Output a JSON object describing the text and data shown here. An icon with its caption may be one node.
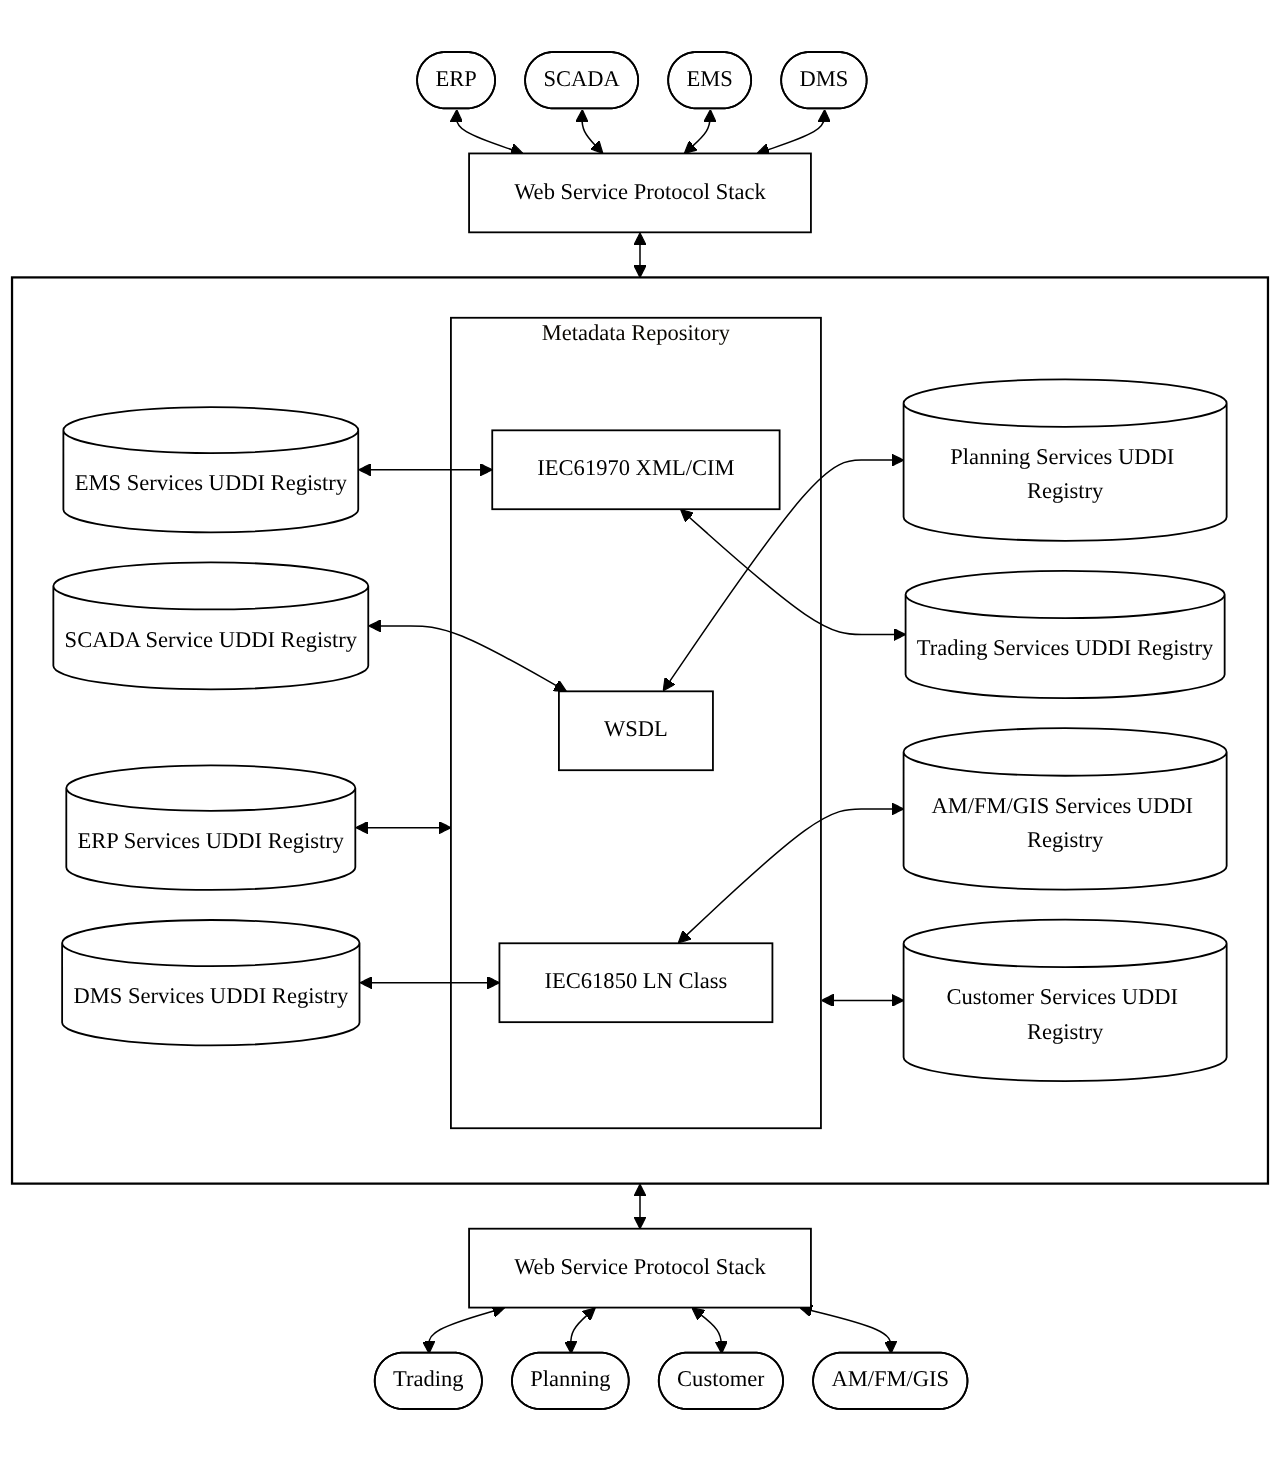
{
  "diagram": {
    "nodes": [
      {
        "text": [
          "ERP"
        ]
      },
      {
        "text": [
          "SCADA"
        ]
      },
      {
        "text": [
          "EMS"
        ]
      },
      {
        "text": [
          "DMS"
        ]
      },
      {
        "text": [
          "Web Service Protocol Stack"
        ]
      },
      {
        "text": [],
        "shape": "box"
      },
      {
        "text": [
          "SCADA Service UDDI Registry"
        ],
        "in": 5
      },
      {
        "text": [
          "Metadata Repository"
        ],
        "in": 5
      },
      {
        "text": [
          "WSDL"
        ],
        "in": 7
      },
      {
        "text": [
          "Planning Services UDDI Registry"
        ],
        "in": 5
      },
      {
        "text": [
          "EMS Services UDDI Registry"
        ],
        "in": 5
      },
      {
        "text": [
          "IEC61970 XML/CIM"
        ],
        "in": 7
      },
      {
        "text": [
          "Trading Services UDDI Registry"
        ],
        "in": 5
      },
      {
        "text": [
          "DMS Services UDDI Registry"
        ],
        "in": 5
      },
      {
        "text": [
          "IEC61850 LN Class"
        ],
        "in": 7
      },
      {
        "text": [
          "AM/FM/GIS Services UDDI Registry"
        ],
        "in": 5
      },
      {
        "text": [
          "ERP Services UDDI Registry"
        ],
        "in": 5
      },
      {
        "text": [
          "Customer Services UDDI Registry"
        ],
        "in": 5
      },
      {
        "text": [
          "Web Service Protocol Stack"
        ]
      },
      {
        "text": [
          "Trading"
        ]
      },
      {
        "text": [
          "Planning"
        ]
      },
      {
        "text": [
          "Customer"
        ]
      },
      {
        "text": [
          "AM/FM/GIS"
        ]
      }
    ],
    "edges": [
      {
        "from": 0,
        "to": 4,
        "arrow": "both"
      },
      {
        "from": 1,
        "to": 4,
        "arrow": "both"
      },
      {
        "from": 2,
        "to": 4,
        "arrow": "both"
      },
      {
        "from": 3,
        "to": 4,
        "arrow": "both"
      },
      {
        "from": 4,
        "to": 5,
        "arrow": "both"
      },
      {
        "from": 6,
        "to": 8,
        "arrow": "both"
      },
      {
        "from": 8,
        "to": 9,
        "arrow": "both"
      },
      {
        "from": 10,
        "to": 11,
        "arrow": "both"
      },
      {
        "from": 11,
        "to": 12,
        "arrow": "both"
      },
      {
        "from": 13,
        "to": 14,
        "arrow": "both"
      },
      {
        "from": 14,
        "to": 15,
        "arrow": "both"
      },
      {
        "from": 16,
        "to": 7,
        "arrow": "both"
      },
      {
        "from": 7,
        "to": 17,
        "arrow": "both"
      },
      {
        "from": 5,
        "to": 18,
        "arrow": "both"
      },
      {
        "from": 18,
        "to": 19,
        "arrow": "both"
      },
      {
        "from": 18,
        "to": 20,
        "arrow": "both"
      },
      {
        "from": 18,
        "to": 21,
        "arrow": "both"
      },
      {
        "from": 18,
        "to": 22,
        "arrow": "both"
      }
    ]
  }
}
